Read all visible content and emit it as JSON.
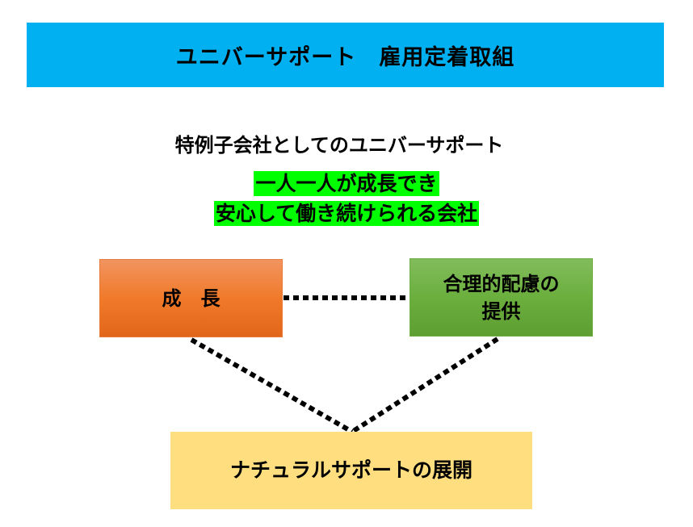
{
  "header": {
    "title": "ユニバーサポート　雇用定着取組",
    "color": "#00B0F0"
  },
  "subtitle": "特例子会社としてのユニバーサポート",
  "highlight": {
    "line1": "一人一人が成長でき",
    "line2": "安心して働き続けられる会社",
    "color": "#00FF00"
  },
  "boxes": {
    "growth": "成　長",
    "accommodation_line1": "合理的配慮の",
    "accommodation_line2": "提供",
    "natural_support": "ナチュラルサポートの展開"
  }
}
